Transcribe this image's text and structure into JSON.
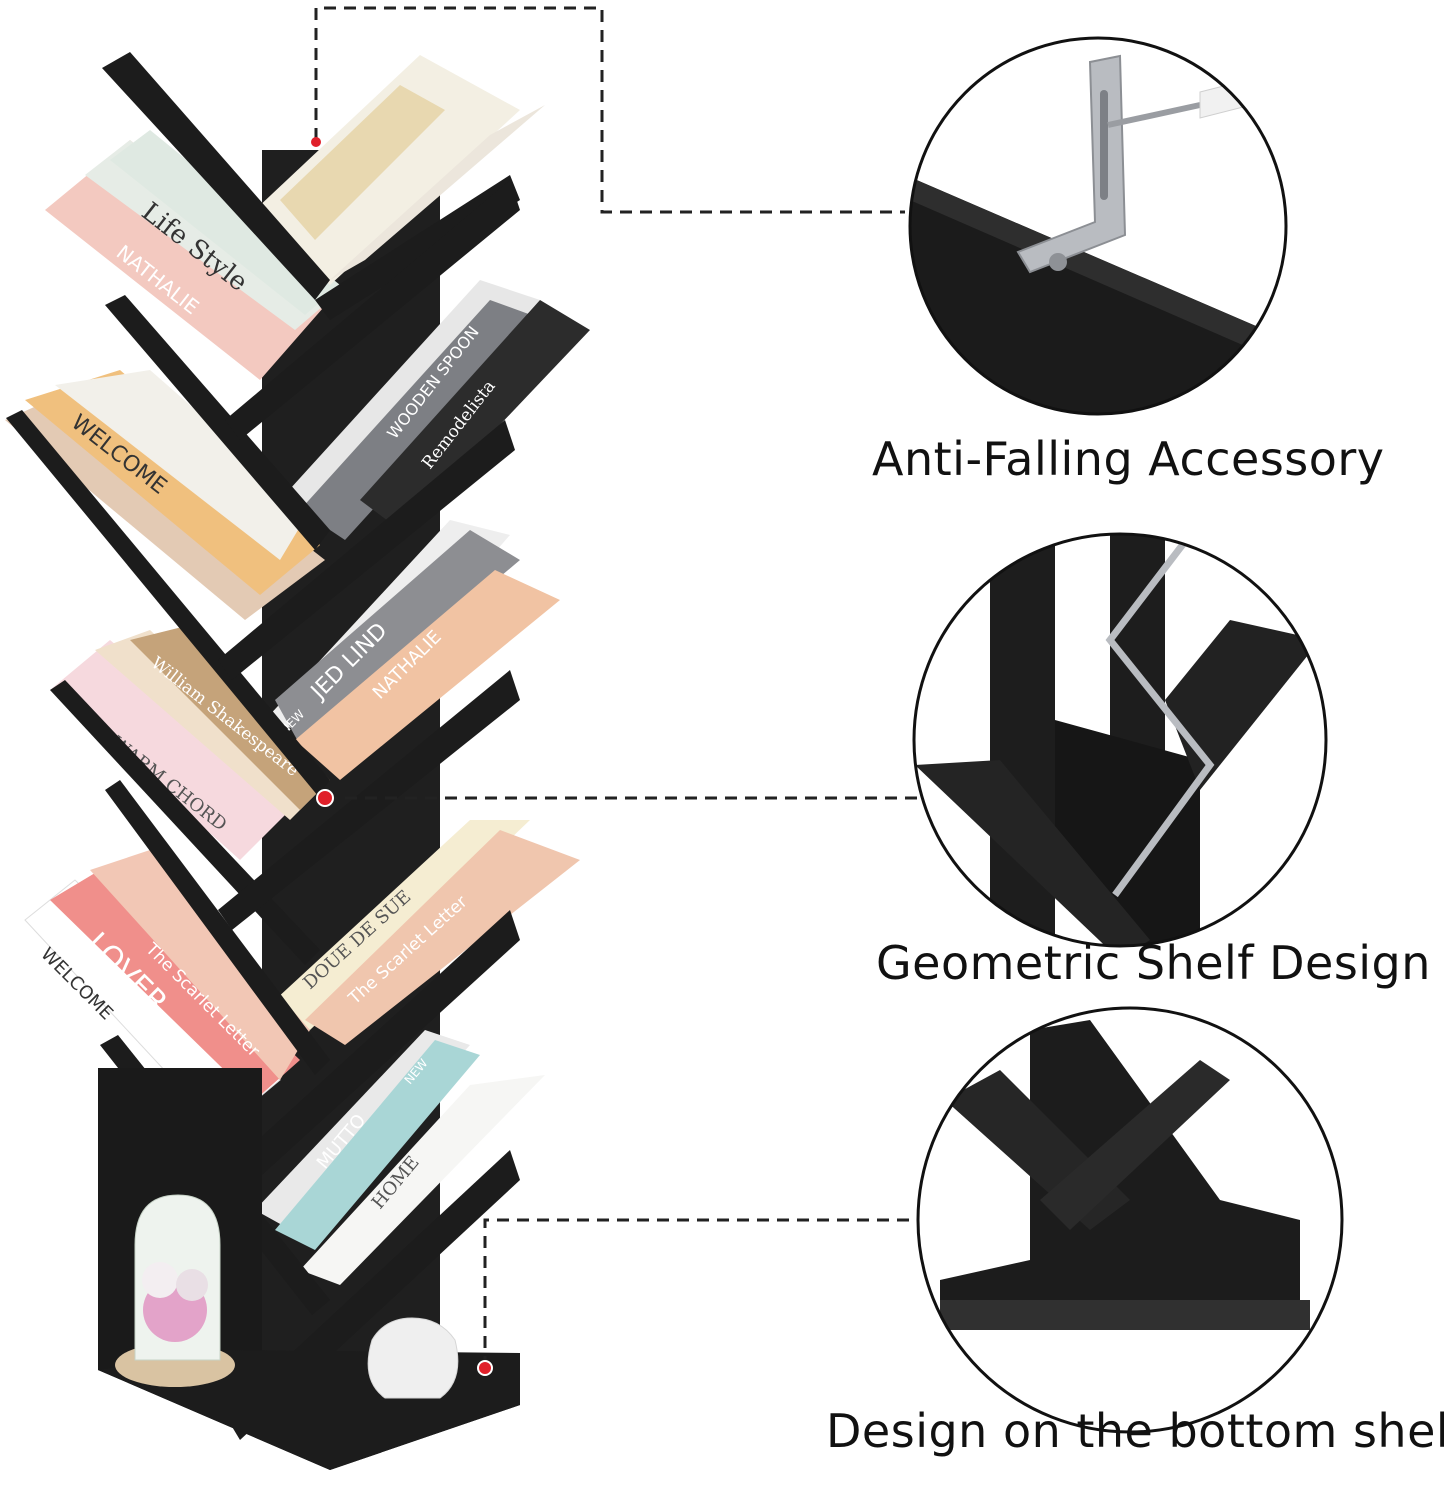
{
  "features": [
    {
      "id": "anti-falling",
      "caption": "Anti-Falling Accessory"
    },
    {
      "id": "geometric",
      "caption": "Geometric Shelf Design"
    },
    {
      "id": "bottom",
      "caption": "Design on the bottom shelf"
    }
  ],
  "colors": {
    "shelf": "#1c1c1c",
    "shelf_edge": "#2e2e2e",
    "accent_dot": "#e0202a",
    "leader_line": "#222222",
    "metal": "#b9bcc1"
  },
  "book_spines": {
    "life_style": "Life Style",
    "nathalie_1": "NATHALIE",
    "welcome_1": "WELCOME",
    "remodelista": "Remodelista",
    "wooden_spoon": "WOODEN SPOON",
    "jed_lind": "JED LIND",
    "nathalie_2": "NATHALIE",
    "new_1": "NEW",
    "william_shakespeare": "William Shakespeare",
    "warm_chord": "WARM CHORD",
    "the_scarlet_letter_1": "The Scarlet Letter",
    "doue_de_sue": "DOUE DE SUE",
    "lover": "LOVER",
    "welcome_2": "WELCOME",
    "the_scarlet_letter_2": "The Scarlet Letter",
    "mutto": "MUTTO",
    "home": "HOME",
    "new_2": "NEW"
  }
}
